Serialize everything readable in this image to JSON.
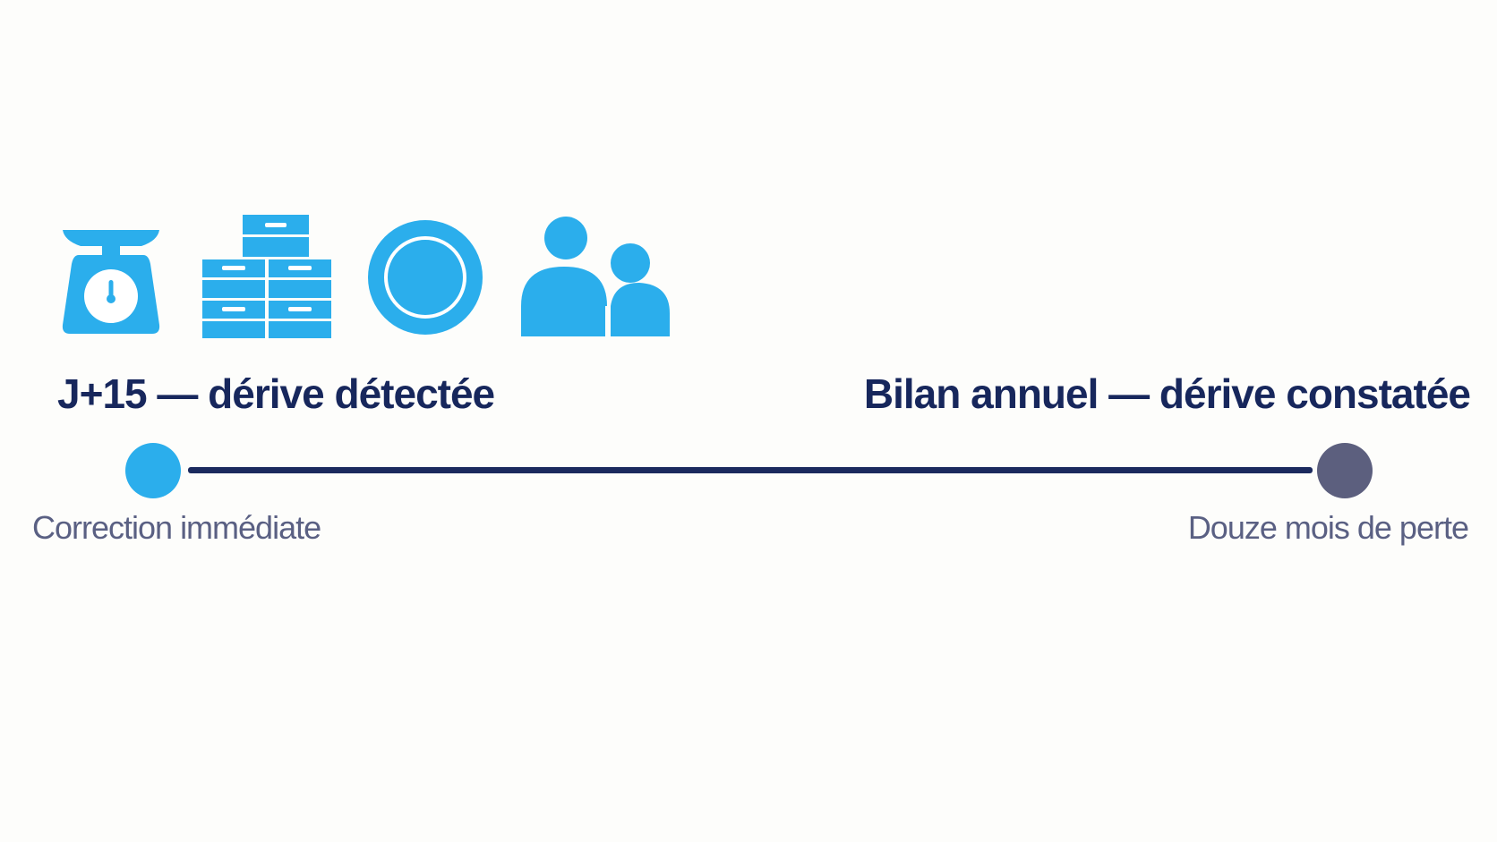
{
  "colors": {
    "icon_blue": "#2baeec",
    "heading_navy": "#17275c",
    "caption_gray": "#5a6083",
    "timeline_line": "#1b2a5e",
    "start_dot": "#2baeec",
    "end_dot": "#5c5f7e",
    "background": "#fdfdfb"
  },
  "icons": [
    {
      "name": "kitchen-scale-icon"
    },
    {
      "name": "stacked-boxes-icon"
    },
    {
      "name": "plate-icon"
    },
    {
      "name": "people-icon"
    }
  ],
  "timeline": {
    "start": {
      "heading": "J+15 — dérive détectée",
      "caption": "Correction immédiate"
    },
    "end": {
      "heading": "Bilan annuel — dérive constatée",
      "caption": "Douze mois de perte"
    }
  }
}
